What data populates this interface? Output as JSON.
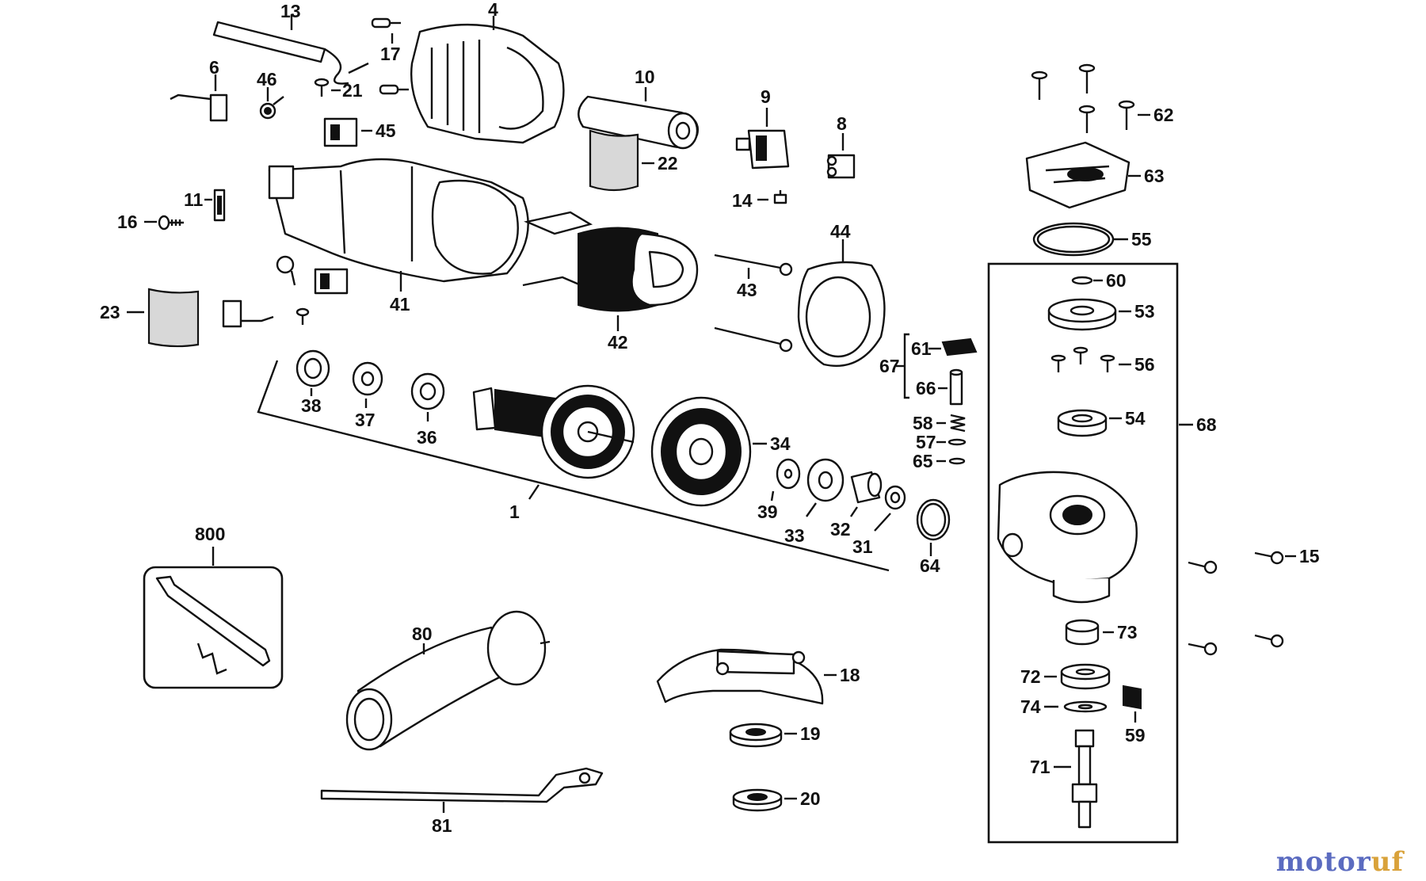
{
  "labels": {
    "l1": "1",
    "l4": "4",
    "l6": "6",
    "l8": "8",
    "l9": "9",
    "l10": "10",
    "l11": "11",
    "l13": "13",
    "l14": "14",
    "l15": "15",
    "l16": "16",
    "l17": "17",
    "l18": "18",
    "l19": "19",
    "l20": "20",
    "l21": "21",
    "l22": "22",
    "l23": "23",
    "l31": "31",
    "l32": "32",
    "l33": "33",
    "l34": "34",
    "l36": "36",
    "l37": "37",
    "l38": "38",
    "l39": "39",
    "l41": "41",
    "l42": "42",
    "l43": "43",
    "l44": "44",
    "l45": "45",
    "l46": "46",
    "l53": "53",
    "l54": "54",
    "l55": "55",
    "l56": "56",
    "l57": "57",
    "l58": "58",
    "l59": "59",
    "l60": "60",
    "l61": "61",
    "l62": "62",
    "l63": "63",
    "l64": "64",
    "l65": "65",
    "l66": "66",
    "l67": "67",
    "l68": "68",
    "l71": "71",
    "l72": "72",
    "l73": "73",
    "l74": "74",
    "l80": "80",
    "l81": "81",
    "l800": "800"
  },
  "watermark": {
    "part1": "motor",
    "part2": "uf"
  }
}
